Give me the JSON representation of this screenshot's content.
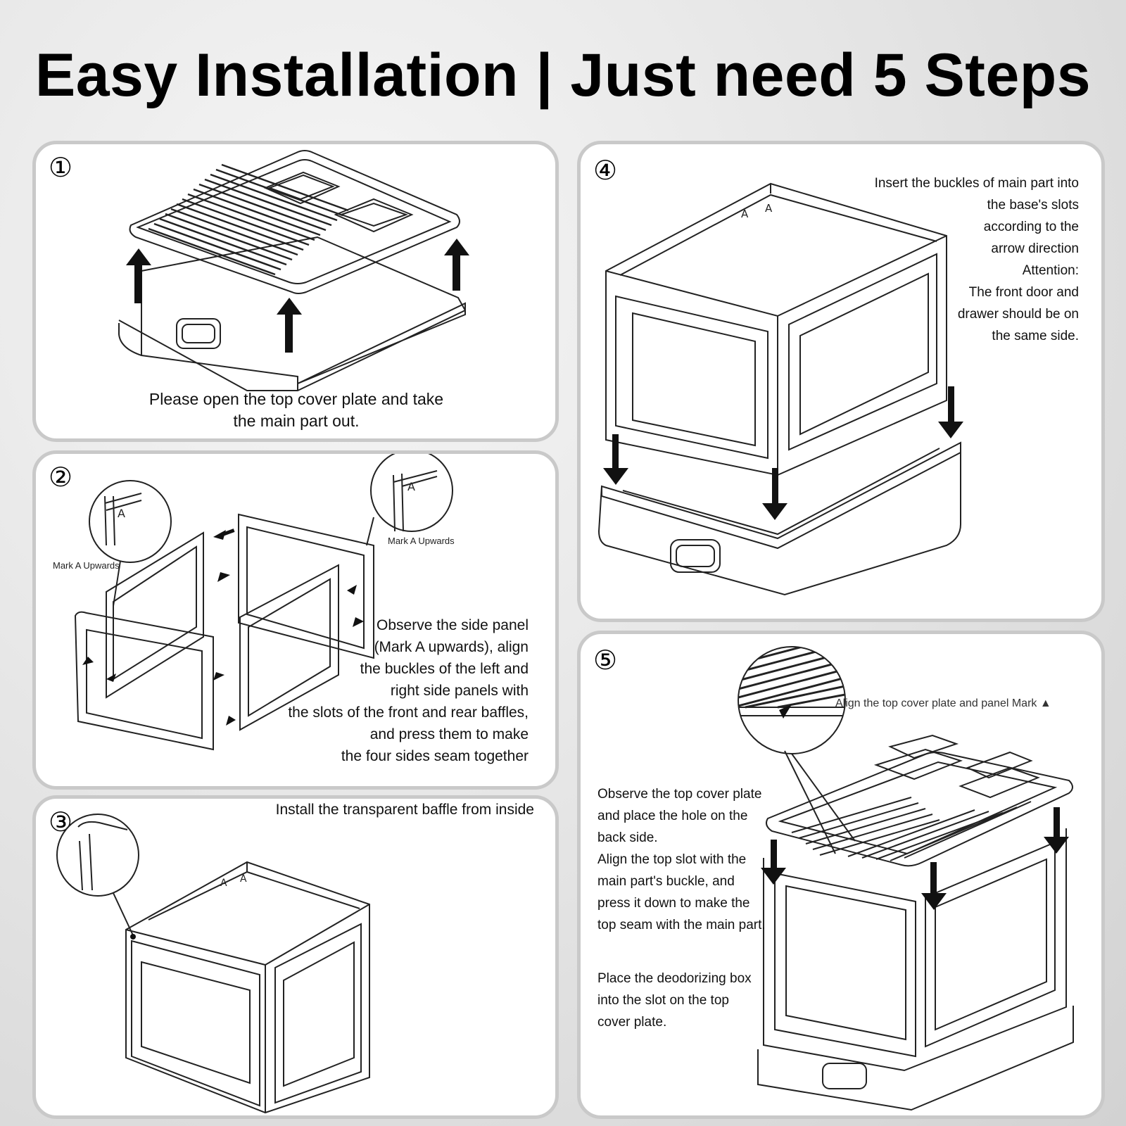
{
  "title": "Easy Installation | Just need 5 Steps",
  "steps": [
    {
      "number": "①",
      "text_lines": [
        "Please open the top cover plate and take",
        "the main part out."
      ]
    },
    {
      "number": "②",
      "callouts": [
        "Mark A Upwards",
        "Mark A Upwards"
      ],
      "text_lines": [
        "Observe the side panel",
        "(Mark A upwards), align",
        "the buckles of the left and",
        "right side panels with",
        "the slots of the front and rear baffles,",
        "and press them to make",
        "the four sides seam together"
      ]
    },
    {
      "number": "③",
      "text_lines": [
        "Install the transparent baffle from inside"
      ]
    },
    {
      "number": "④",
      "text_lines": [
        "Insert the buckles of main part into",
        "the base's slots",
        "according to the",
        "arrow direction",
        "Attention:",
        "The front door and",
        "drawer should be on",
        "the same side."
      ]
    },
    {
      "number": "⑤",
      "callout": "Align the top cover plate and panel Mark ▲",
      "text_lines": [
        "Observe the top cover plate",
        "and place the hole on the",
        "back side.",
        "Align the top slot with the",
        "main part's buckle, and",
        "press it down to make the",
        "top seam with the main part."
      ],
      "text_lines_2": [
        "Place the deodorizing box",
        "into the slot on the top",
        "cover plate."
      ]
    }
  ],
  "panel_letter": "A"
}
